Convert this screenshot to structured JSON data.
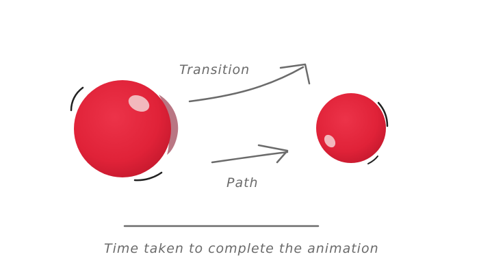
{
  "labels": {
    "transition": "Transition",
    "path": "Path",
    "caption": "Time taken to complete the animation"
  },
  "colors": {
    "ball": "#e02238",
    "ball_shadow": "#b3152a",
    "highlight": "#f2b8bd",
    "arrow": "#6b6b6b",
    "motion_marks": "#222222",
    "text": "#6a6a6a"
  }
}
